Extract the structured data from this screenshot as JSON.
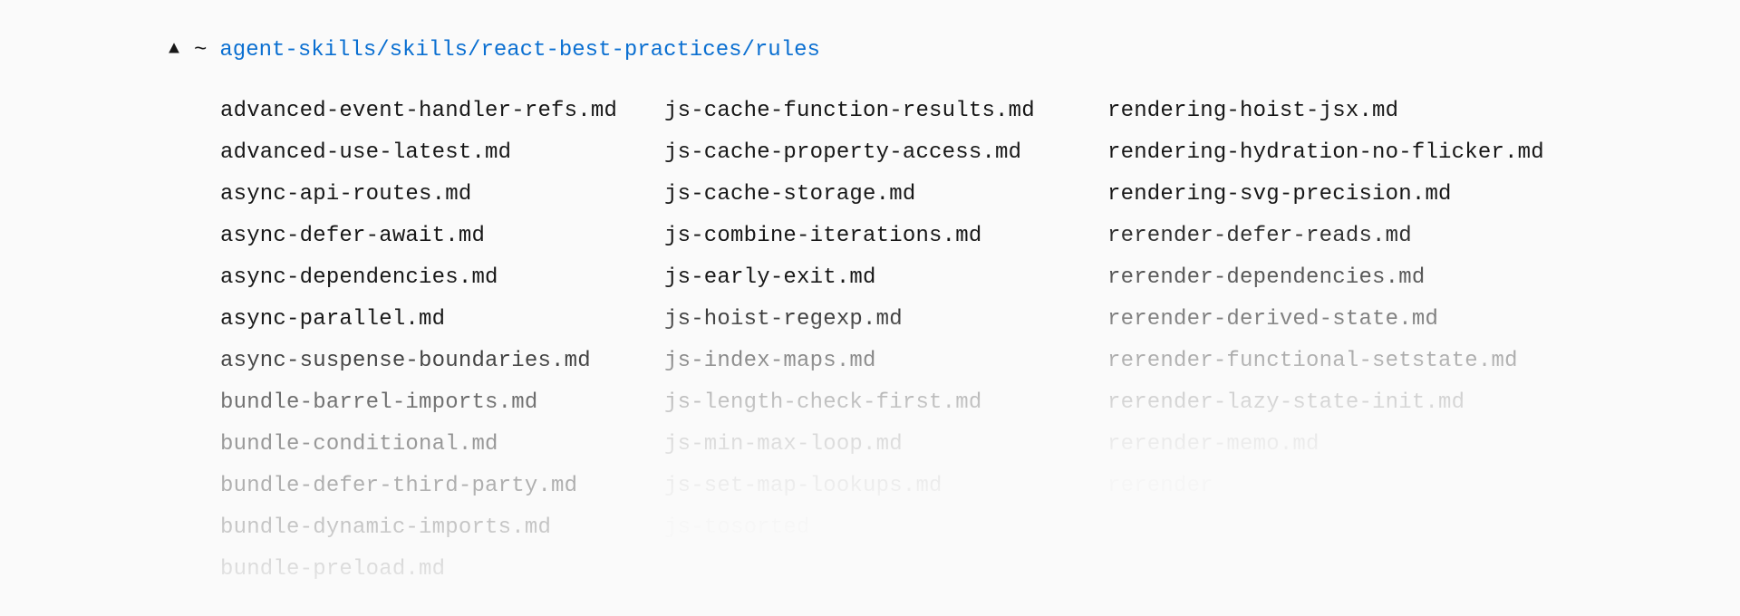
{
  "prompt": {
    "symbol": "▲",
    "tilde": "~",
    "path": "agent-skills/skills/react-best-practices/rules"
  },
  "files": {
    "column_1": [
      "advanced-event-handler-refs.md",
      "advanced-use-latest.md",
      "async-api-routes.md",
      "async-defer-await.md",
      "async-dependencies.md",
      "async-parallel.md",
      "async-suspense-boundaries.md",
      "bundle-barrel-imports.md",
      "bundle-conditional.md",
      "bundle-defer-third-party.md",
      "bundle-dynamic-imports.md",
      "bundle-preload.md"
    ],
    "column_2": [
      "js-cache-function-results.md",
      "js-cache-property-access.md",
      "js-cache-storage.md",
      "js-combine-iterations.md",
      "js-early-exit.md",
      "js-hoist-regexp.md",
      "js-index-maps.md",
      "js-length-check-first.md",
      "js-min-max-loop.md",
      "js-set-map-lookups.md",
      "js-tosorted"
    ],
    "column_3": [
      "rendering-hoist-jsx.md",
      "rendering-hydration-no-flicker.md",
      "rendering-svg-precision.md",
      "rerender-defer-reads.md",
      "rerender-dependencies.md",
      "rerender-derived-state.md",
      "rerender-functional-setstate.md",
      "rerender-lazy-state-init.md",
      "rerender-memo.md",
      "rerender"
    ]
  }
}
